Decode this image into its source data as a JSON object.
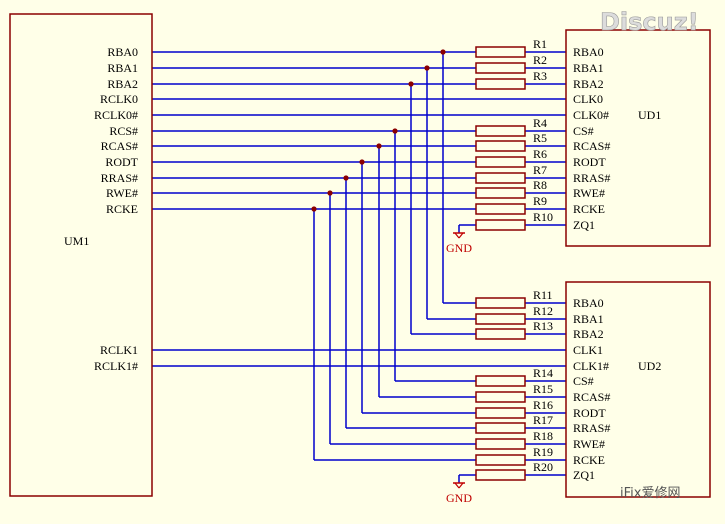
{
  "colors": {
    "wire": "#0000cc",
    "component": "#8b0000",
    "junction": "#8b0000",
    "ground": "#c00000",
    "text": "#000000",
    "background": "#ffffe8"
  },
  "chips": {
    "um1": "UM1",
    "ud1": "UD1",
    "ud2": "UD2"
  },
  "um1_pins": [
    "RBA0",
    "RBA1",
    "RBA2",
    "RCLK0",
    "RCLK0#",
    "RCS#",
    "RCAS#",
    "RODT",
    "RRAS#",
    "RWE#",
    "RCKE",
    "RCLK1",
    "RCLK1#"
  ],
  "ud1": {
    "pins": [
      "RBA0",
      "RBA1",
      "RBA2",
      "CLK0",
      "CLK0#",
      "CS#",
      "RCAS#",
      "RODT",
      "RRAS#",
      "RWE#",
      "RCKE",
      "ZQ1"
    ],
    "resistors": [
      "R1",
      "R2",
      "R3",
      "",
      "",
      "R4",
      "R5",
      "R6",
      "R7",
      "R8",
      "R9",
      "R10"
    ]
  },
  "ud2": {
    "pins": [
      "RBA0",
      "RBA1",
      "RBA2",
      "CLK1",
      "CLK1#",
      "CS#",
      "RCAS#",
      "RODT",
      "RRAS#",
      "RWE#",
      "RCKE",
      "ZQ1"
    ],
    "resistors": [
      "R11",
      "R12",
      "R13",
      "",
      "",
      "R14",
      "R15",
      "R16",
      "R17",
      "R18",
      "R19",
      "R20"
    ]
  },
  "ground_label": "GND",
  "watermarks": {
    "logo": "Discuz!",
    "wechat": "iFix爱修网"
  }
}
